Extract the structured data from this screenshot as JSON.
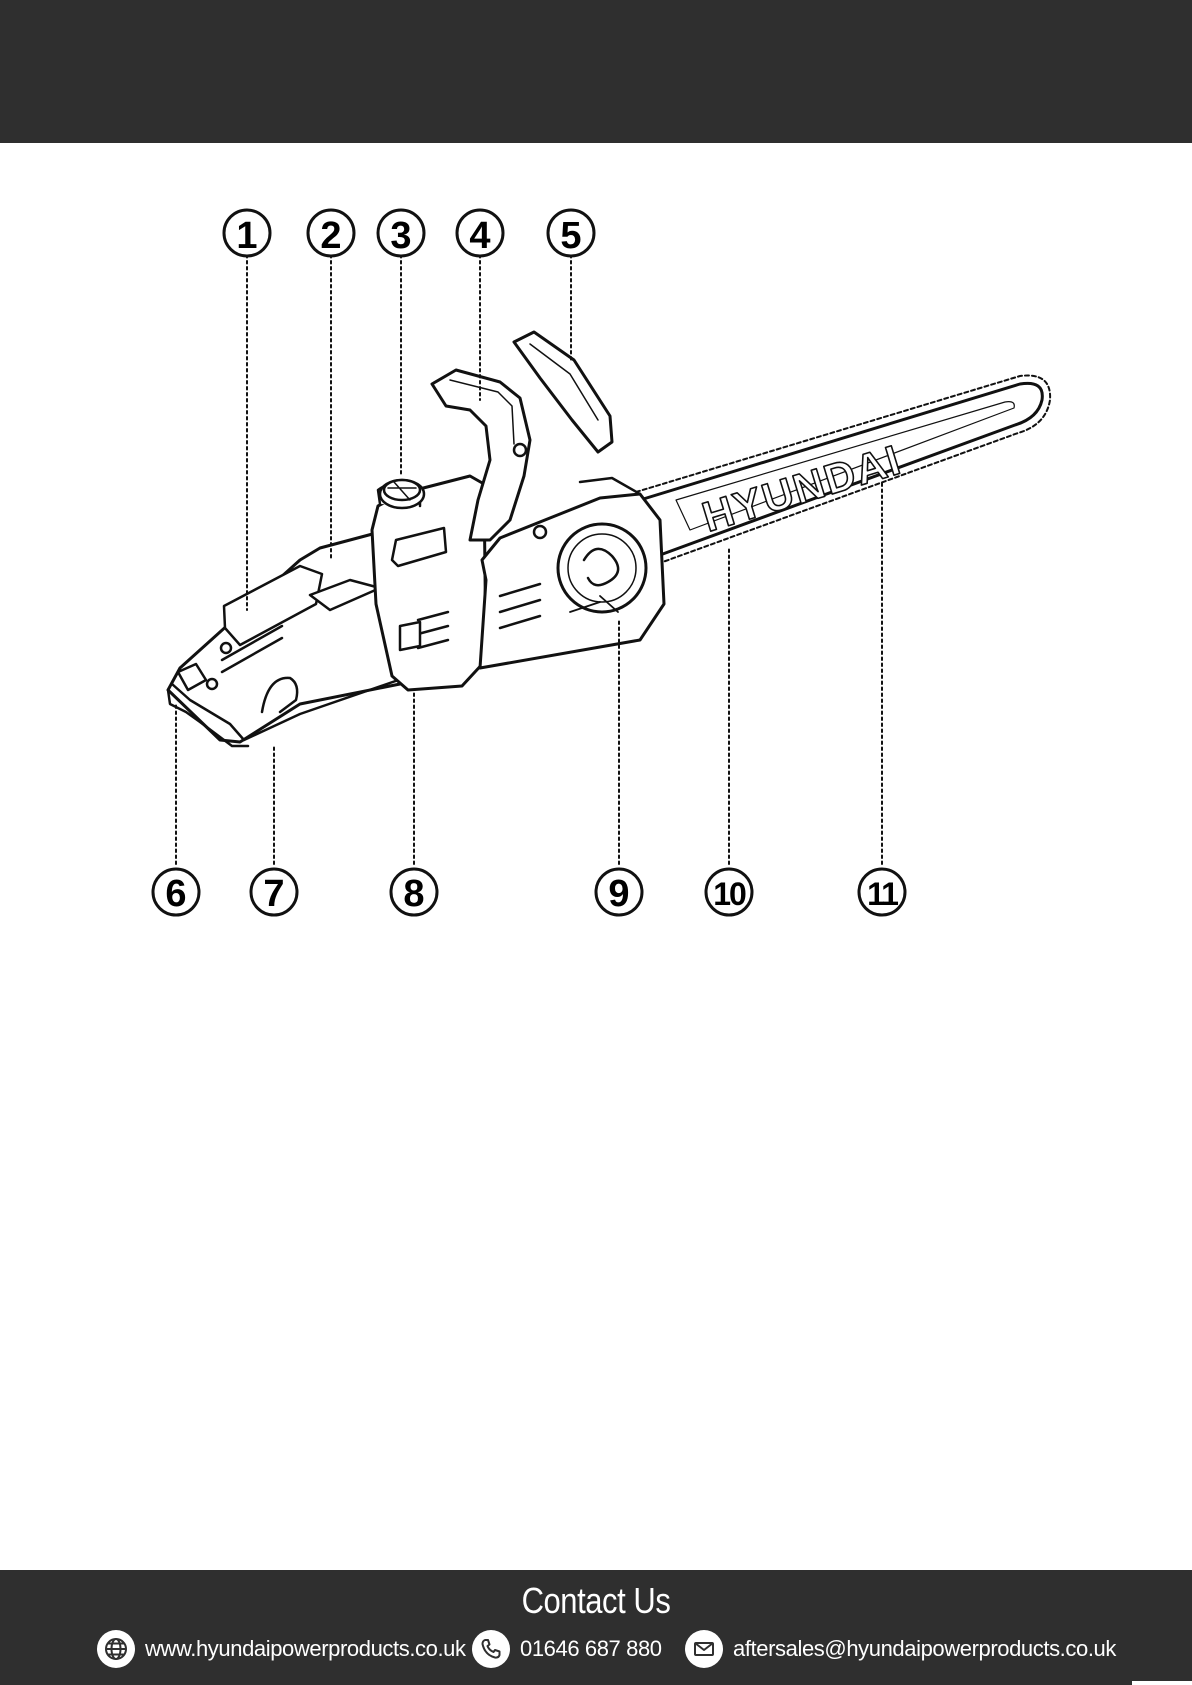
{
  "callouts": [
    "1",
    "2",
    "3",
    "4",
    "5",
    "6",
    "7",
    "8",
    "9",
    "10",
    "11"
  ],
  "bar_brand": "HYUNDAI",
  "footer": {
    "title": "Contact Us",
    "website": "www.hyundaipowerproducts.co.uk",
    "phone": "01646 687 880",
    "email": "aftersales@hyundaipowerproducts.co.uk",
    "icons": [
      "globe-icon",
      "phone-icon",
      "mail-icon"
    ]
  },
  "colors": {
    "header": "#2f2f2f",
    "footer": "#2f2f2f",
    "line": "#111111"
  }
}
